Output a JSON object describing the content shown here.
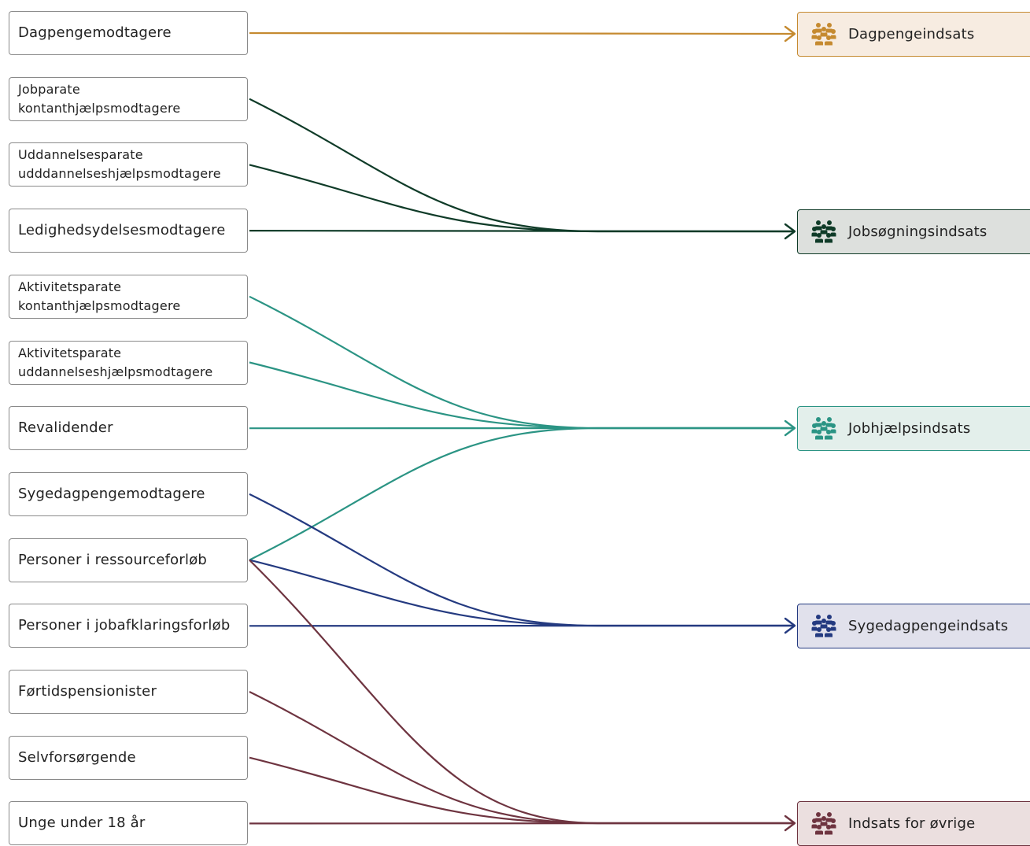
{
  "sources": [
    {
      "id": "s1",
      "label": "Dagpengemodtagere"
    },
    {
      "id": "s2",
      "label": "Jobparate\nkontanthjælpsmodtagere"
    },
    {
      "id": "s3",
      "label": "Uddannelsesparate\nudddannelseshjælpsmodtagere"
    },
    {
      "id": "s4",
      "label": "Ledighedsydelsesmodtagere"
    },
    {
      "id": "s5",
      "label": "Aktivitetsparate\nkontanthjælpsmodtagere"
    },
    {
      "id": "s6",
      "label": "Aktivitetsparate\nuddannelseshjælpsmodtagere"
    },
    {
      "id": "s7",
      "label": "Revalidender"
    },
    {
      "id": "s8",
      "label": "Sygedagpengemodtagere"
    },
    {
      "id": "s9",
      "label": "Personer i ressourceforløb"
    },
    {
      "id": "s10",
      "label": "Personer i jobafklaringsforløb"
    },
    {
      "id": "s11",
      "label": "Førtidspensionister"
    },
    {
      "id": "s12",
      "label": "Selvforsørgende"
    },
    {
      "id": "s13",
      "label": "Unge under 18 år"
    }
  ],
  "targets": [
    {
      "id": "t1",
      "label": "Dagpengeindsats",
      "icon": "people-group-icon",
      "color": "#c58a30",
      "bg": "#f7ece1"
    },
    {
      "id": "t2",
      "label": "Jobsøgningsindsats",
      "icon": "people-group-icon",
      "color": "#0f3b28",
      "bg": "#dde0dd"
    },
    {
      "id": "t3",
      "label": "Jobhjælpsindsats",
      "icon": "people-group-icon",
      "color": "#2b9484",
      "bg": "#e3efeb"
    },
    {
      "id": "t4",
      "label": "Sygedagpengeindsats",
      "icon": "people-group-icon",
      "color": "#243a80",
      "bg": "#e1e1ec"
    },
    {
      "id": "t5",
      "label": "Indsats for øvrige",
      "icon": "people-group-icon",
      "color": "#6e3440",
      "bg": "#ebdfdf"
    }
  ],
  "links": [
    {
      "from": "s1",
      "to": "t1"
    },
    {
      "from": "s2",
      "to": "t2"
    },
    {
      "from": "s3",
      "to": "t2"
    },
    {
      "from": "s4",
      "to": "t2"
    },
    {
      "from": "s5",
      "to": "t3"
    },
    {
      "from": "s6",
      "to": "t3"
    },
    {
      "from": "s7",
      "to": "t3"
    },
    {
      "from": "s9",
      "to": "t3"
    },
    {
      "from": "s8",
      "to": "t4"
    },
    {
      "from": "s9",
      "to": "t4"
    },
    {
      "from": "s10",
      "to": "t4"
    },
    {
      "from": "s9",
      "to": "t5"
    },
    {
      "from": "s11",
      "to": "t5"
    },
    {
      "from": "s12",
      "to": "t5"
    },
    {
      "from": "s13",
      "to": "t5"
    }
  ]
}
